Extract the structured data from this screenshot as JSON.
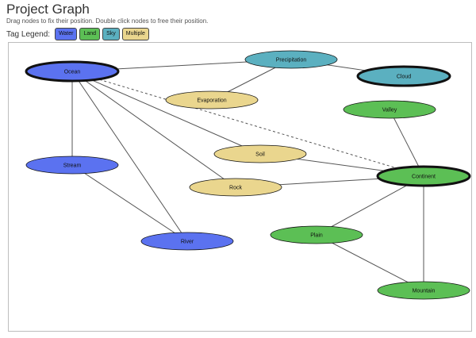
{
  "page": {
    "title": "Project Graph",
    "instructions": "Drag nodes to fix their position. Double click nodes to free their position.",
    "legend_label": "Tag Legend:"
  },
  "tags": [
    {
      "key": "water",
      "label": "Water",
      "color": "#5b72f0"
    },
    {
      "key": "land",
      "label": "Land",
      "color": "#5cbf55"
    },
    {
      "key": "sky",
      "label": "Sky",
      "color": "#5bb0c0"
    },
    {
      "key": "multiple",
      "label": "Multiple",
      "color": "#ead68e"
    }
  ],
  "nodes": [
    {
      "id": "ocean",
      "label": "Ocean",
      "tag": "water",
      "highlighted": true
    },
    {
      "id": "precipitation",
      "label": "Precipitation",
      "tag": "sky",
      "highlighted": false
    },
    {
      "id": "cloud",
      "label": "Cloud",
      "tag": "sky",
      "highlighted": true
    },
    {
      "id": "evaporation",
      "label": "Evaporation",
      "tag": "multiple",
      "highlighted": false
    },
    {
      "id": "valley",
      "label": "Valley",
      "tag": "land",
      "highlighted": false
    },
    {
      "id": "soil",
      "label": "Soil",
      "tag": "multiple",
      "highlighted": false
    },
    {
      "id": "stream",
      "label": "Stream",
      "tag": "water",
      "highlighted": false
    },
    {
      "id": "continent",
      "label": "Continent",
      "tag": "land",
      "highlighted": true
    },
    {
      "id": "rock",
      "label": "Rock",
      "tag": "multiple",
      "highlighted": false
    },
    {
      "id": "plain",
      "label": "Plain",
      "tag": "land",
      "highlighted": false
    },
    {
      "id": "river",
      "label": "River",
      "tag": "water",
      "highlighted": false
    },
    {
      "id": "mountain",
      "label": "Mountain",
      "tag": "land",
      "highlighted": false
    }
  ],
  "edges": [
    {
      "from": "ocean",
      "to": "precipitation",
      "style": "solid"
    },
    {
      "from": "precipitation",
      "to": "cloud",
      "style": "solid"
    },
    {
      "from": "precipitation",
      "to": "evaporation",
      "style": "solid"
    },
    {
      "from": "ocean",
      "to": "continent",
      "style": "dashed"
    },
    {
      "from": "ocean",
      "to": "stream",
      "style": "solid"
    },
    {
      "from": "ocean",
      "to": "river",
      "style": "solid"
    },
    {
      "from": "ocean",
      "to": "rock",
      "style": "solid"
    },
    {
      "from": "ocean",
      "to": "soil",
      "style": "solid"
    },
    {
      "from": "stream",
      "to": "river",
      "style": "solid"
    },
    {
      "from": "soil",
      "to": "continent",
      "style": "solid"
    },
    {
      "from": "rock",
      "to": "continent",
      "style": "solid"
    },
    {
      "from": "valley",
      "to": "continent",
      "style": "solid"
    },
    {
      "from": "continent",
      "to": "plain",
      "style": "solid"
    },
    {
      "from": "continent",
      "to": "mountain",
      "style": "solid"
    },
    {
      "from": "plain",
      "to": "mountain",
      "style": "solid"
    }
  ]
}
